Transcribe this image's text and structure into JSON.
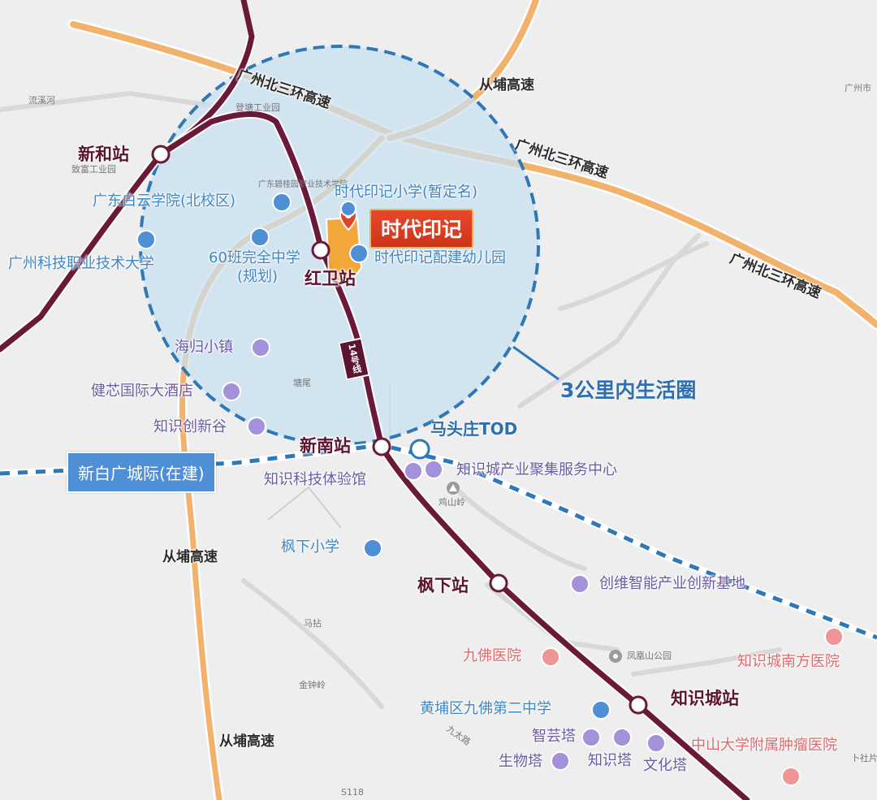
{
  "map": {
    "project": "时代印记",
    "circle_label": "3公里内生活圈",
    "metro_line_badge": "14号线",
    "intercity_rail": "新白广城际(在建)",
    "tod_label": "马头庄TOD",
    "colors": {
      "metro": "#6a1a38",
      "expressway": "#f3b26b",
      "circle_fill": "#c9e1f1",
      "circle_border": "#2f78b8",
      "intercity": "#2f78b8",
      "poi_blue": "#4f8fd6",
      "poi_purple": "#a392d9",
      "poi_red": "#f09596",
      "project_tag": "#e04626"
    },
    "roads": [
      "广州北三环高速",
      "广州北三环高速",
      "广州北三环高速",
      "从埔高速",
      "从埔高速",
      "从埔高速"
    ],
    "stations": [
      "新和站",
      "红卫站",
      "新南站",
      "枫下站",
      "知识城站"
    ],
    "places": [
      "流溪河",
      "登塘工业园",
      "致富工业园",
      "广东碧桂园职业技术学院",
      "塘尾",
      "鸡山岭",
      "马拈",
      "金钟岭",
      "九太路",
      "凤凰山公园",
      "广州市",
      "卜社片",
      "S118"
    ],
    "schools_blue": [
      "时代印记小学(暂定名)",
      "广东白云学院(北校区)",
      "广州科技职业技术大学",
      "60班完全中学",
      "(规划)",
      "时代印记配建幼儿园",
      "枫下小学",
      "黄埔区九佛第二中学"
    ],
    "facilities_purple": [
      "海归小镇",
      "健芯国际大酒店",
      "知识创新谷",
      "知识科技体验馆",
      "知识城产业聚集服务中心",
      "创维智能产业创新基地",
      "智芸塔",
      "知识塔",
      "文化塔",
      "生物塔"
    ],
    "hospitals_red": [
      "九佛医院",
      "知识城南方医院",
      "中山大学附属肿瘤医院"
    ]
  }
}
